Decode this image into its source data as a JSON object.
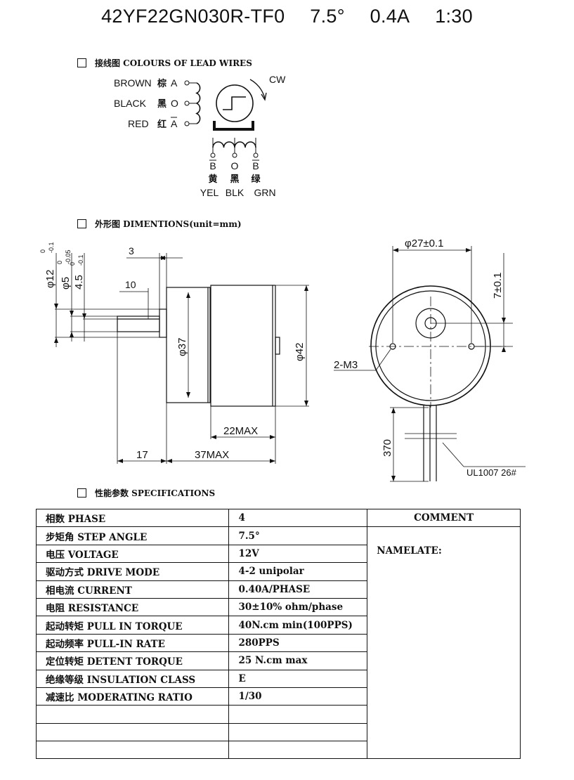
{
  "title": {
    "model": "42YF22GN030R-TF0",
    "angle": "7.5°",
    "current": "0.4A",
    "ratio": "1:30"
  },
  "wiring": {
    "heading": "接线图 COLOURS OF LEAD WIRES",
    "left_leads": [
      {
        "color": "BROWN",
        "cn": "棕",
        "terminal": "A"
      },
      {
        "color": "BLACK",
        "cn": "黑",
        "terminal": "O"
      },
      {
        "color": "RED",
        "cn": "红",
        "terminal": "A"
      }
    ],
    "direction": "CW",
    "bottom_terminals": [
      "B",
      "O",
      "B"
    ],
    "bottom_cn": [
      "黄",
      "黑",
      "绿"
    ],
    "bottom_colors": [
      "YEL",
      "BLK",
      "GRN"
    ]
  },
  "dimensions": {
    "heading": "外形图 DIMENTIONS(unit=mm)",
    "phi12": "φ12",
    "phi12_tol_top": "0",
    "phi12_tol_bot": "-0.1",
    "phi5": "φ5",
    "phi5_tol_top": "0",
    "phi5_tol_bot": "-0.05",
    "d45": "4.5",
    "d45_tol_top": "0",
    "d45_tol_bot": "-0.1",
    "d3": "3",
    "d10": "10",
    "phi37": "φ37",
    "phi42": "φ42",
    "d22max": "22MAX",
    "d17": "17",
    "d37max": "37MAX",
    "phi27": "φ27±0.1",
    "d7": "7±0.1",
    "m3": "2-M3",
    "d370": "370",
    "cable": "UL1007 26#"
  },
  "specs": {
    "heading": "性能参数 SPECIFICATIONS",
    "comment_header": "COMMENT",
    "comment_text": "NAMELATE:",
    "rows": [
      {
        "label": "相数 PHASE",
        "value": "4"
      },
      {
        "label": "步矩角 STEP ANGLE",
        "value": "7.5°"
      },
      {
        "label": "电压 VOLTAGE",
        "value": "12V"
      },
      {
        "label": "驱动方式  DRIVE MODE",
        "value": "4-2 unipolar"
      },
      {
        "label": "相电流 CURRENT",
        "value": "0.40A/PHASE"
      },
      {
        "label": "电阻 RESISTANCE",
        "value": "30±10%  ohm/phase"
      },
      {
        "label": "起动转矩 PULL IN TORQUE",
        "value": "40N.cm min(100PPS)"
      },
      {
        "label": "起动频率 PULL-IN RATE",
        "value": "280PPS"
      },
      {
        "label": "定位转矩 DETENT TORQUE",
        "value": "25    N.cm max"
      },
      {
        "label": "绝缘等级 INSULATION CLASS",
        "value": "E"
      },
      {
        "label": "减速比 MODERATING RATIO",
        "value": "1/30"
      },
      {
        "label": "",
        "value": ""
      },
      {
        "label": "",
        "value": ""
      },
      {
        "label": "",
        "value": ""
      }
    ]
  }
}
